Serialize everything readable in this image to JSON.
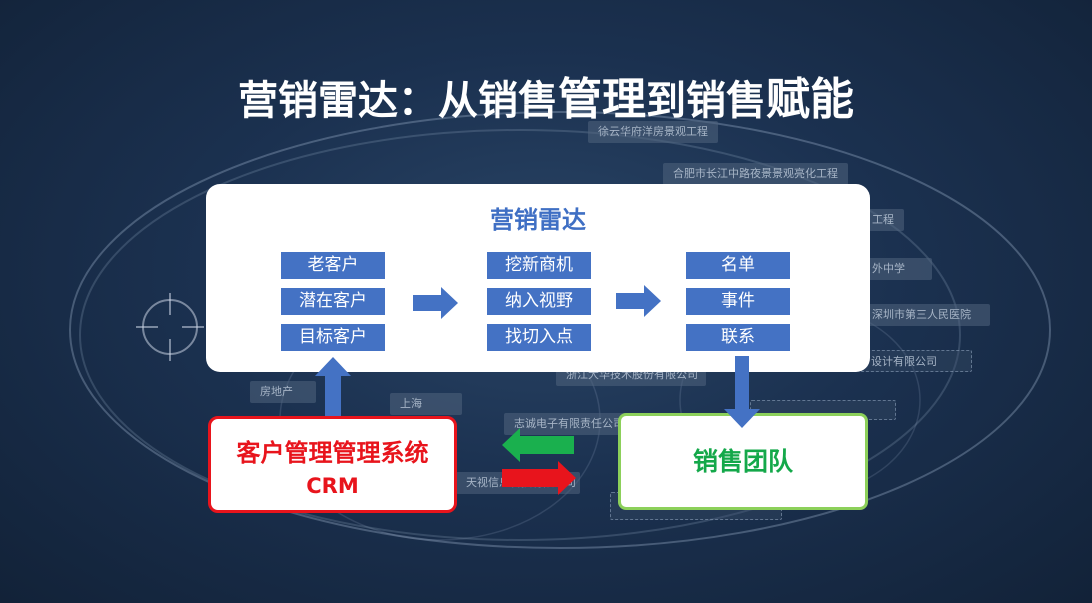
{
  "slide": {
    "title_parts": [
      "营销雷达：从销售",
      "管理",
      "到销售",
      "赋能"
    ]
  },
  "background_tags": [
    "徐云华府洋房景观工程",
    "合肥市长江中路夜景景观亮化工程",
    "工程",
    "外中学",
    "深圳市第三人民医院",
    "设计有限公司",
    "浙江大华技术股份有限公司",
    "房地产",
    "上海",
    "志诚电子有限责任公司",
    "天视信息科技有限公司"
  ],
  "radar": {
    "title": "营销雷达",
    "sources": [
      "老客户",
      "潜在客户",
      "目标客户"
    ],
    "actions": [
      "挖新商机",
      "纳入视野",
      "找切入点"
    ],
    "outputs": [
      "名单",
      "事件",
      "联系"
    ]
  },
  "crm": {
    "line1": "客户管理管理系统",
    "line2": "CRM"
  },
  "team": {
    "label": "销售团队"
  },
  "colors": {
    "item_blue": "#4472c4",
    "radar_title_blue": "#3f6fc4",
    "crm_red": "#e8141c",
    "team_green": "#14a84a",
    "team_border": "#8cd05a",
    "arrow_green": "#1ab04e",
    "arrow_red": "#e8141c"
  }
}
